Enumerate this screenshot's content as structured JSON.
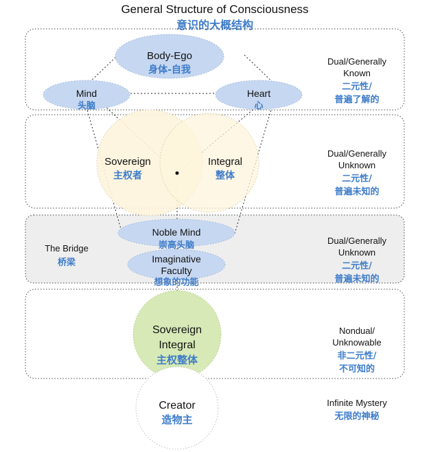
{
  "title": {
    "en": "General Structure of Consciousness",
    "zh": "意识的大概结构"
  },
  "colors": {
    "accent_text": "#3d7cc9",
    "blue_ellipse": "#c6d7f1",
    "blue_ellipse_stroke": "#9ab2d8",
    "cream_circle": "#fdf4dc",
    "green_circle": "#d6e9b6",
    "bridge_band": "#eeeeee"
  },
  "nodes": {
    "body_ego": {
      "en": "Body-Ego",
      "zh": "身体-自我"
    },
    "mind": {
      "en": "Mind",
      "zh": "头脑"
    },
    "heart": {
      "en": "Heart",
      "zh": "心"
    },
    "sovereign": {
      "en": "Sovereign",
      "zh": "主权者"
    },
    "integral": {
      "en": "Integral",
      "zh": "整体"
    },
    "noble_mind": {
      "en": "Noble Mind",
      "zh": "崇高头脑"
    },
    "imaginative_faculty": {
      "en_line1": "Imaginative",
      "en_line2": "Faculty",
      "zh": "想象的功能"
    },
    "sovereign_integral": {
      "en_line1": "Sovereign",
      "en_line2": "Integral",
      "zh": "主权整体"
    },
    "creator": {
      "en": "Creator",
      "zh": "造物主"
    }
  },
  "bridge": {
    "en": "The Bridge",
    "zh": "桥梁"
  },
  "layers": [
    {
      "en_line1": "Dual/Generally",
      "en_line2": "Known",
      "zh_line1": "二元性/",
      "zh_line2": "普遍了解的"
    },
    {
      "en_line1": "Dual/Generally",
      "en_line2": "Unknown",
      "zh_line1": "二元性/",
      "zh_line2": "普遍未知的"
    },
    {
      "en_line1": "Dual/Generally",
      "en_line2": "Unknown",
      "zh_line1": "二元性/",
      "zh_line2": "普遍未知的"
    },
    {
      "en_line1": "Nondual/",
      "en_line2": "Unknowable",
      "zh_line1": "非二元性/",
      "zh_line2": "不可知的"
    },
    {
      "en_line1": "Infinite Mystery",
      "en_line2": "",
      "zh_line1": "无限的神秘",
      "zh_line2": ""
    }
  ]
}
